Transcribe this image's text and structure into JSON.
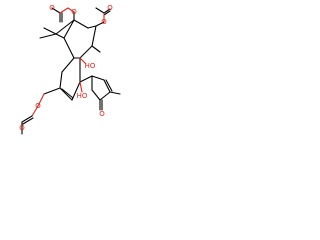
{
  "molecule": {
    "atom_labels": {
      "o1": "O",
      "o2": "O",
      "o3": "O",
      "o4": "O",
      "oh_top": "HO",
      "oh_mid": "HO",
      "o_ketone": "O",
      "o_ester": "O",
      "o_ester_carbonyl": "O"
    },
    "colors": {
      "bond": "#000000",
      "heteroatom": "#e2231a"
    }
  }
}
